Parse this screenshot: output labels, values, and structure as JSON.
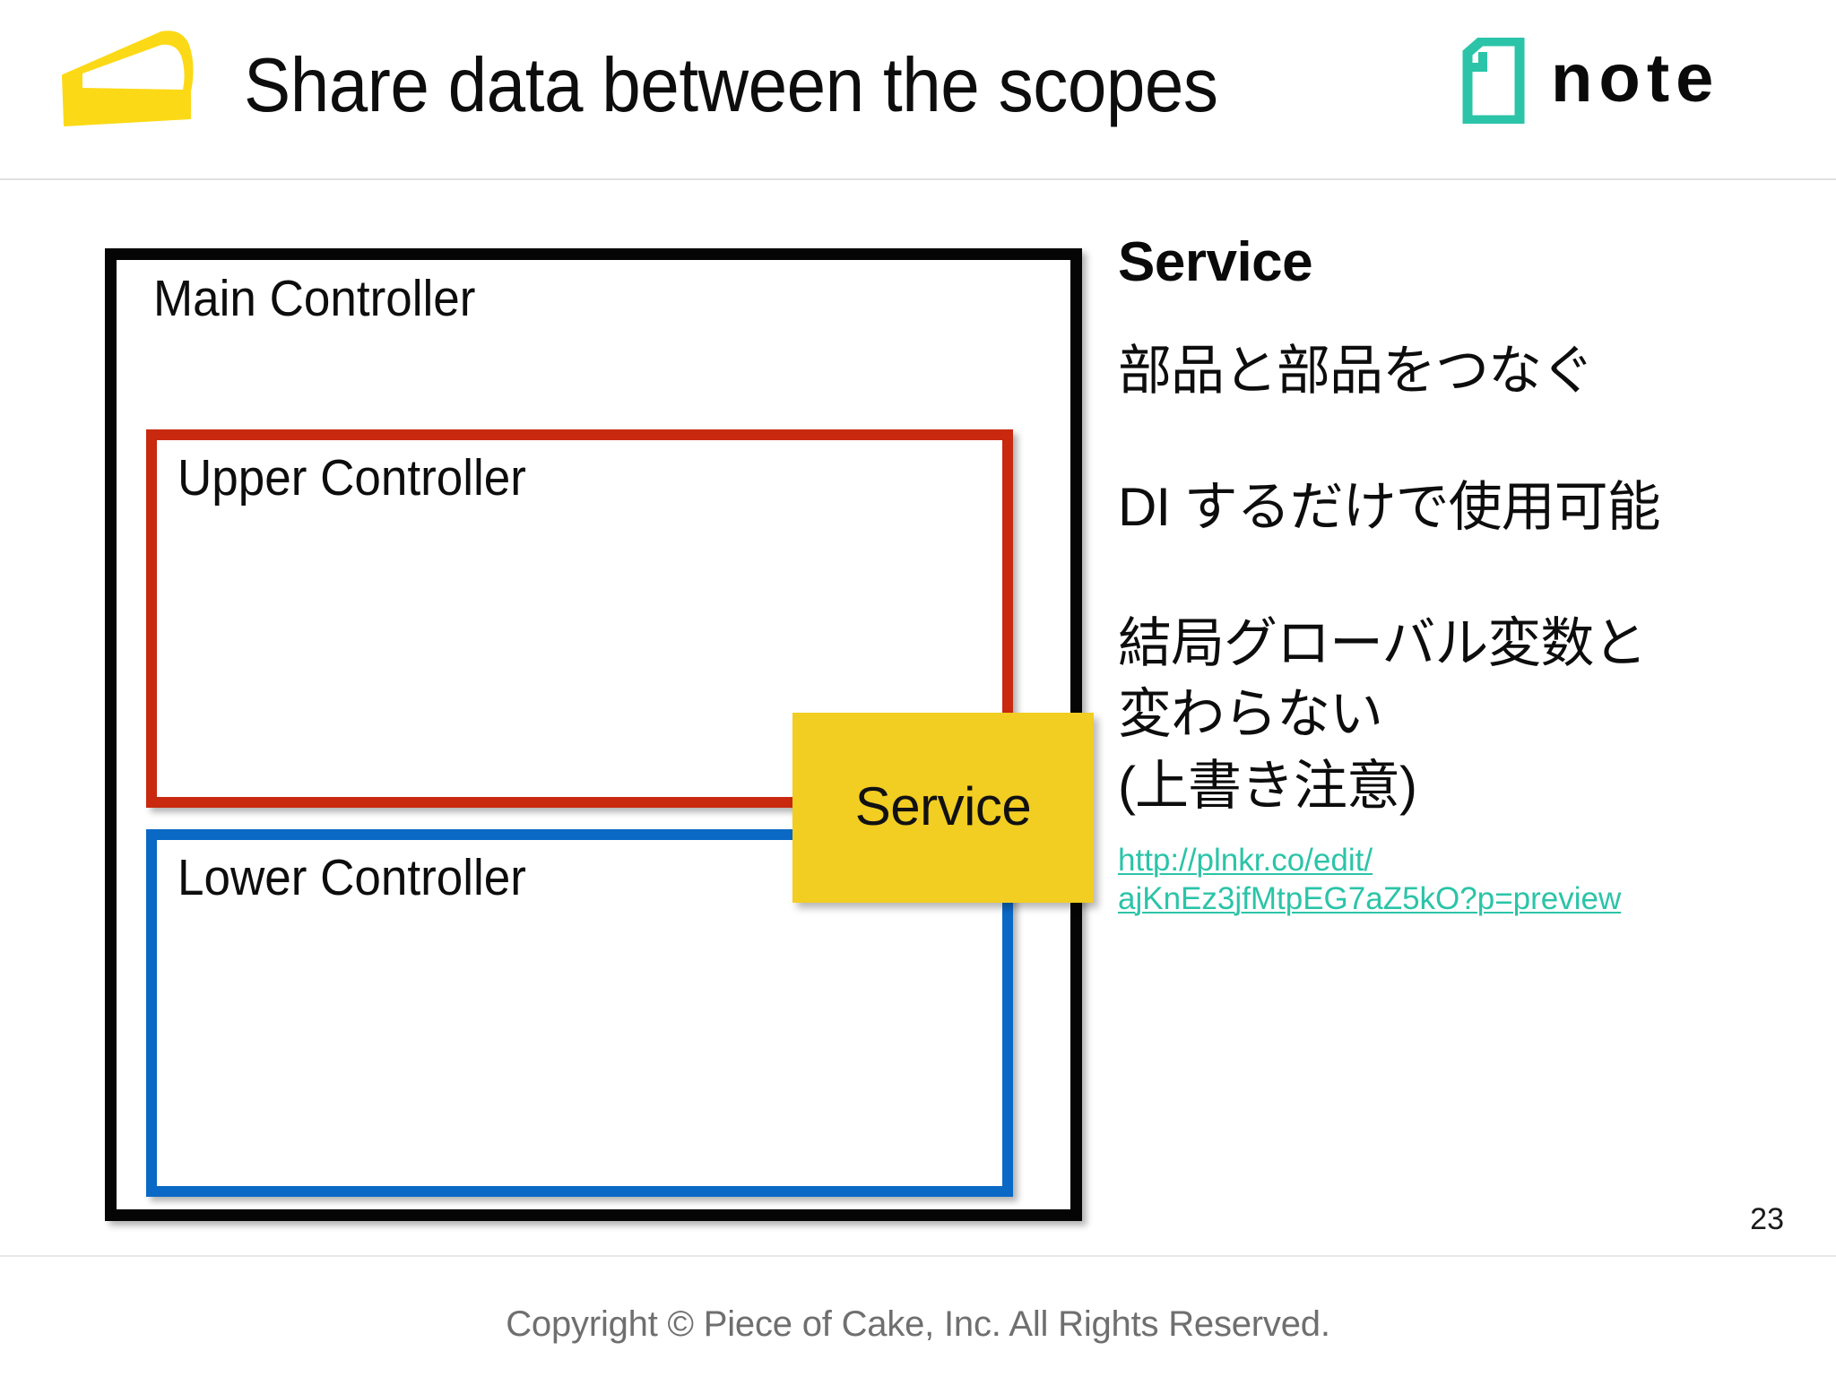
{
  "header": {
    "title": "Share data between the scopes",
    "brand_logo_name": "piece-of-cake-logo",
    "note_logo_text": "note"
  },
  "diagram": {
    "main_controller": "Main Controller",
    "upper_controller": "Upper Controller",
    "lower_controller": "Lower Controller",
    "service_box": "Service",
    "colors": {
      "main_border": "#050505",
      "upper_border": "#c8290f",
      "lower_border": "#0b69c6",
      "service_fill": "#f2cd22"
    }
  },
  "right_panel": {
    "heading": "Service",
    "line_1": "部品と部品をつなぐ",
    "line_2": "DI するだけで使用可能",
    "line_3": "結局グローバル変数と",
    "line_4": "変わらない",
    "line_5": "(上書き注意)",
    "link_line_1": "http://plnkr.co/edit/",
    "link_line_2": "ajKnEz3jfMtpEG7aZ5kO?p=preview",
    "link_color": "#2bc4a8"
  },
  "footer": {
    "page_number": "23",
    "copyright": "Copyright © Piece of Cake, Inc. All Rights Reserved."
  }
}
